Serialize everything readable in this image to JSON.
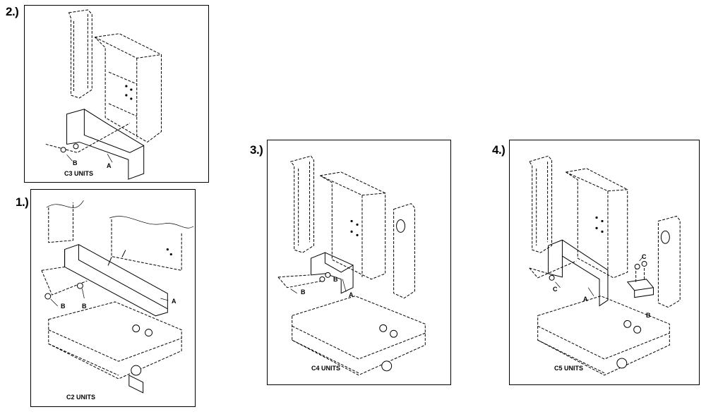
{
  "diagram": {
    "panels": [
      {
        "step_label": "2.)",
        "caption": "C3 UNITS",
        "callouts": [
          "B",
          "A"
        ]
      },
      {
        "step_label": "1.)",
        "caption": "C2 UNITS",
        "callouts": [
          "B",
          "B",
          "A"
        ]
      },
      {
        "step_label": "3.)",
        "caption": "C4 UNITS",
        "callouts": [
          "B",
          "B",
          "A"
        ]
      },
      {
        "step_label": "4.)",
        "caption": "C5 UNITS",
        "callouts": [
          "C",
          "C",
          "A",
          "B"
        ]
      }
    ]
  }
}
